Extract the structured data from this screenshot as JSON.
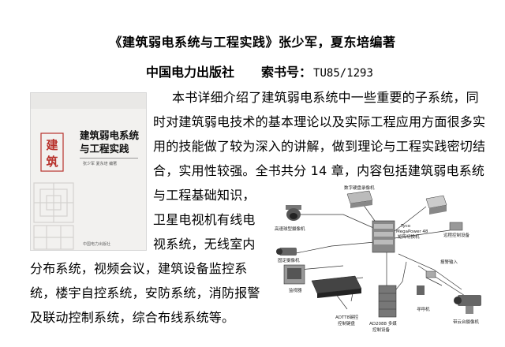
{
  "book": {
    "title": "《建筑弱电系统与工程实践》张少军，夏东培编著",
    "publisher": "中国电力出版社",
    "call_number_label": "索书号：",
    "call_number": "TU85/1293"
  },
  "description": {
    "lines": [
      "本书详细介绍了建筑弱电系统中一些重要的子系统，同",
      "时对建筑弱电技术的基本理论以及实际工程应用方面很多实",
      "用的技能做了较为深入的讲解，做到理论与工程实践密切结",
      "合，实用性较强。全书共分 14 章，内容包括建筑弱电系统",
      "与工程基础知识，",
      "卫星电视机有线电",
      "视系统，无线室内",
      "分布系统，视频会议，建筑设备监控系",
      "统，楼宇自控系统，安防系统，消防报警",
      "及联动控制系统，综合布线系统等。"
    ]
  },
  "cover": {
    "title_line1": "建筑弱电系统",
    "title_line2": "与工程实践",
    "authors": "张少军  夏东培  编著",
    "publisher": "中国电力出版社",
    "seal_chars": [
      "建",
      "筑"
    ]
  },
  "diagram": {
    "labels": {
      "digital_recorder": "数字硬盘录像机",
      "dome_camera": "高速球型摄像机",
      "matrix_line1": "Tyco",
      "matrix_line2": "MegaPower 48",
      "matrix_line3": "矩阵切换机",
      "remote_monitor": "远程控制设备",
      "fixed_camera": "固定摄像机",
      "monitor": "监视器",
      "alarm_input": "报警输入",
      "dvr_controller": "ADTT8键控\n控制键盘",
      "ad2088": "AD2088 多媒\n控制设备",
      "speaker": "寻呼机",
      "pan_tilt_camera": "带云台摄像机"
    }
  }
}
